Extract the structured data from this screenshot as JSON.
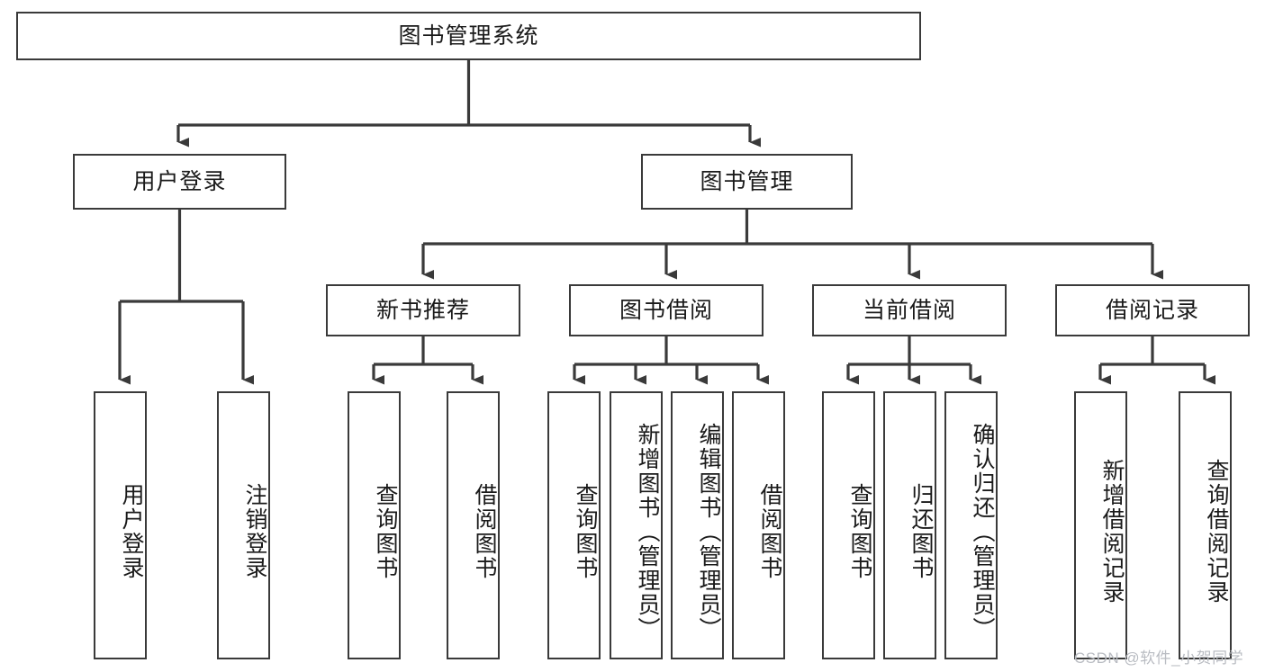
{
  "diagram": {
    "title_node": {
      "label": "图书管理系统"
    },
    "level2": [
      {
        "id": "user-login",
        "label": "用户登录"
      },
      {
        "id": "book-management",
        "label": "图书管理"
      }
    ],
    "level3": [
      {
        "id": "new-book-recommend",
        "label": "新书推荐"
      },
      {
        "id": "book-borrow",
        "label": "图书借阅"
      },
      {
        "id": "current-borrow",
        "label": "当前借阅"
      },
      {
        "id": "borrow-record",
        "label": "借阅记录"
      }
    ],
    "leaves": {
      "user_login": [
        {
          "id": "leaf-user-login",
          "label": "用户登录"
        },
        {
          "id": "leaf-logout-login",
          "label": "注销登录"
        }
      ],
      "new_book_recommend": [
        {
          "id": "leaf-query-book-1",
          "label": "查询图书"
        },
        {
          "id": "leaf-borrow-book-1",
          "label": "借阅图书"
        }
      ],
      "book_borrow": [
        {
          "id": "leaf-query-book-2",
          "label": "查询图书"
        },
        {
          "id": "leaf-add-book",
          "label": "新增图书（管理员）"
        },
        {
          "id": "leaf-edit-book",
          "label": "编辑图书（管理员）"
        },
        {
          "id": "leaf-borrow-book-2",
          "label": "借阅图书"
        }
      ],
      "current_borrow": [
        {
          "id": "leaf-query-book-3",
          "label": "查询图书"
        },
        {
          "id": "leaf-return-book",
          "label": "归还图书"
        },
        {
          "id": "leaf-confirm-return",
          "label": "确认归还（管理员）"
        }
      ],
      "borrow_record": [
        {
          "id": "leaf-add-record",
          "label": "新增借阅记录"
        },
        {
          "id": "leaf-query-record",
          "label": "查询借阅记录"
        }
      ]
    },
    "watermark": "CSDN @软件_小贺同学",
    "colors": {
      "stroke": "#3a3a3a",
      "text": "#1a1a1a",
      "background": "#ffffff",
      "watermark": "#b9bcc2"
    }
  }
}
